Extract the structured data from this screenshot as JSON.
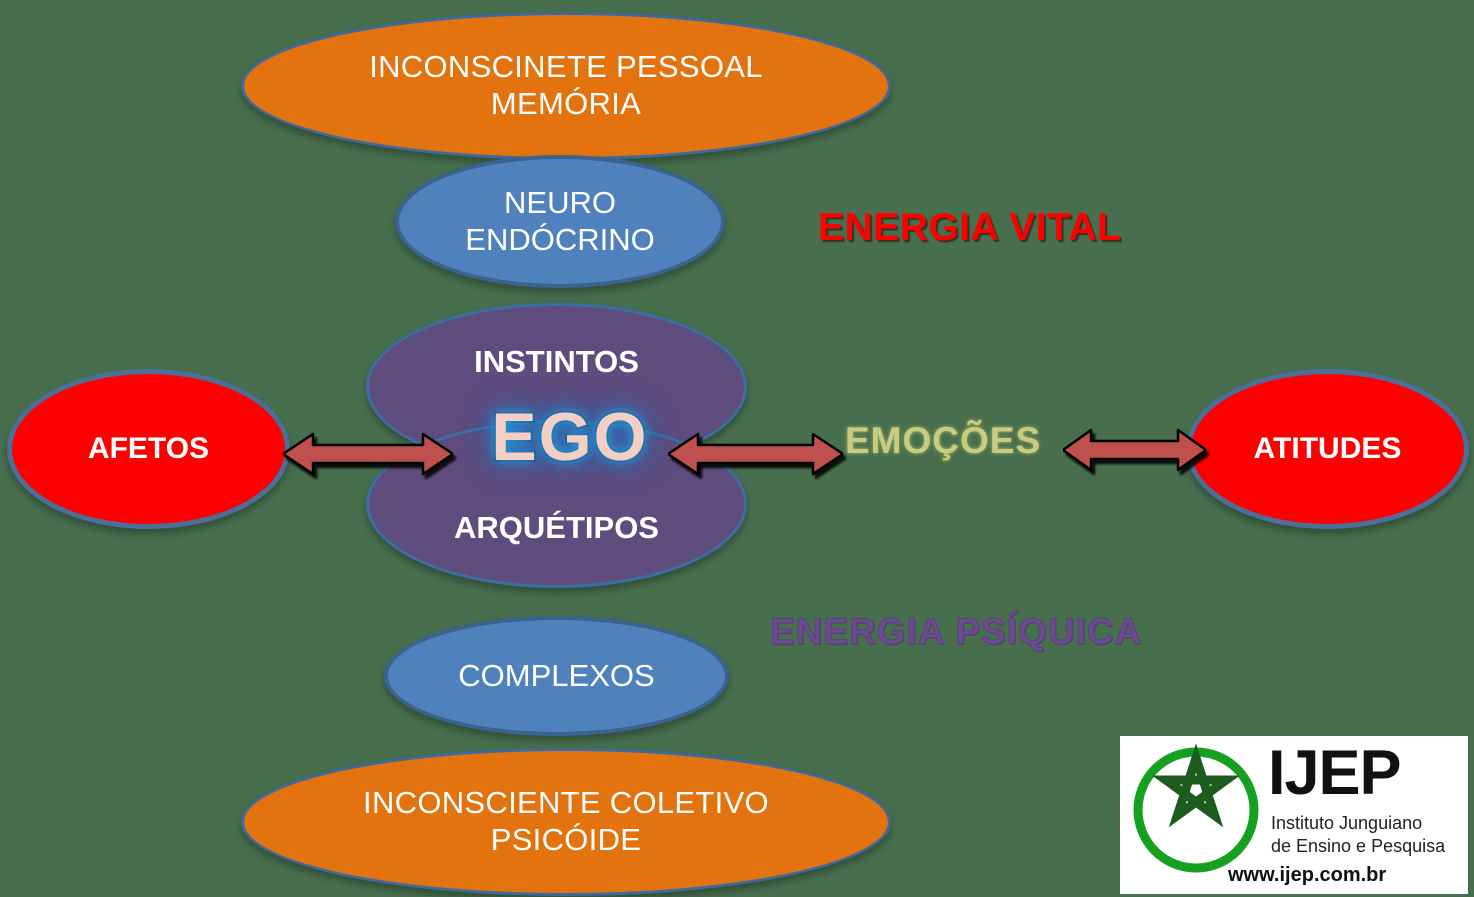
{
  "diagram": {
    "background_color": "#476f4e",
    "ellipses": [
      {
        "id": "inconsciente-pessoal",
        "line1": "INCONSCINETE PESSOAL",
        "line2": "MEMÓRIA",
        "fill": "#e3730f",
        "border": "#3d6a9c"
      },
      {
        "id": "neuro-endocrino",
        "line1": "NEURO",
        "line2": "ENDÓCRINO",
        "fill": "#4f81bd",
        "border": "#3a648f"
      },
      {
        "id": "instintos",
        "line1": "INSTINTOS",
        "line2": "",
        "fill": "#5e4c7d",
        "border": "#3b6ea5"
      },
      {
        "id": "arquetipos",
        "line1": "ARQUÉTIPOS",
        "line2": "",
        "fill": "#5e4c7d",
        "border": "#3b6ea5"
      },
      {
        "id": "complexos",
        "line1": "COMPLEXOS",
        "line2": "",
        "fill": "#4f81bd",
        "border": "#3a648f"
      },
      {
        "id": "inconsciente-coletivo",
        "line1": "INCONSCIENTE COLETIVO",
        "line2": "PSICÓIDE",
        "fill": "#e3730f",
        "border": "#3d6a9c"
      },
      {
        "id": "afetos",
        "line1": "AFETOS",
        "line2": "",
        "fill": "#ff0000",
        "border": "#4a6f99"
      },
      {
        "id": "atitudes",
        "line1": "ATITUDES",
        "line2": "",
        "fill": "#ff0000",
        "border": "#4a6f99"
      }
    ],
    "center_label": {
      "text": "EGO",
      "fill": "#f6cfc4",
      "outline": "#1f3864",
      "glow": "#29a8e0"
    },
    "labels": [
      {
        "id": "energia-vital",
        "text": "ENERGIA VITAL",
        "color": "#ff0000"
      },
      {
        "id": "emocoes",
        "text": "EMOÇÕES",
        "color": "#c6cc84"
      },
      {
        "id": "energia-psiquica",
        "text": "ENERGIA PSÍQUICA",
        "color": "#6b4a8f"
      }
    ],
    "arrows": [
      {
        "id": "afetos-ego",
        "style": "double-headed",
        "color": "#c0504d"
      },
      {
        "id": "ego-emocoes",
        "style": "double-headed",
        "color": "#c0504d"
      },
      {
        "id": "emocoes-atitudes",
        "style": "double-headed",
        "color": "#c0504d"
      }
    ]
  },
  "logo": {
    "wordmark": "IJEP",
    "subtitle_line1": "Instituto  Junguiano",
    "subtitle_line2": "de Ensino e Pesquisa",
    "url": "www.ijep.com.br",
    "mark_color": "#16a01f",
    "star_color": "#1d5c1d"
  }
}
